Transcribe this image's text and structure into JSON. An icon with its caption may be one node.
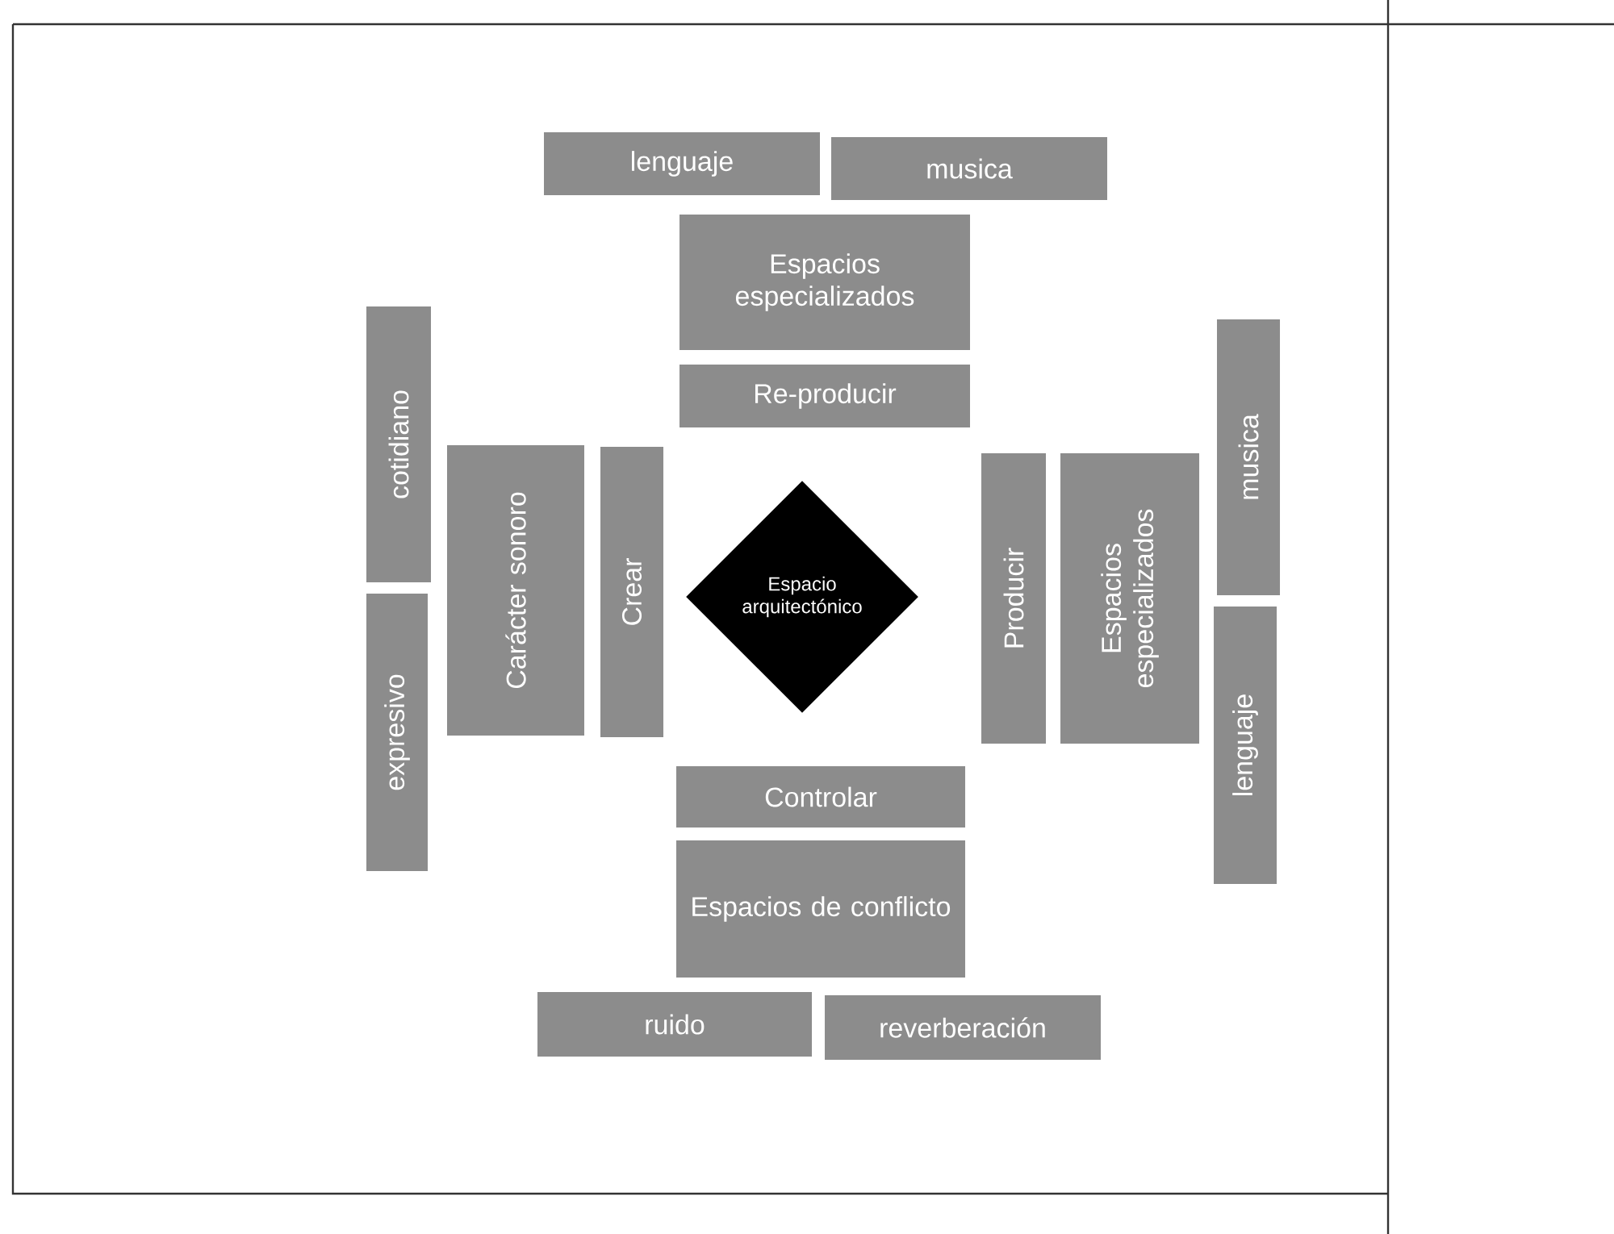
{
  "diagram": {
    "nodes": [
      {
        "text": [
          "lenguaje"
        ]
      },
      {
        "text": [
          "musica"
        ]
      },
      {
        "text": [
          "Espacios especializados"
        ]
      },
      {
        "text": [
          "Re-producir"
        ]
      },
      {
        "text": [
          "cotidiano"
        ]
      },
      {
        "text": [
          "expresivo"
        ]
      },
      {
        "text": [
          "Carácter sonoro"
        ]
      },
      {
        "text": [
          "Crear"
        ]
      },
      {
        "text": [
          "Espacio arquitectónico"
        ]
      },
      {
        "text": [
          "Producir"
        ]
      },
      {
        "text": [
          "Espacios especializados"
        ]
      },
      {
        "text": [
          "musica"
        ]
      },
      {
        "text": [
          "lenguaje"
        ]
      },
      {
        "text": [
          "Controlar"
        ]
      },
      {
        "text": [
          "Espacios de conflicto"
        ]
      },
      {
        "text": [
          "ruido"
        ]
      },
      {
        "text": [
          "reverberación"
        ]
      }
    ],
    "edges": []
  }
}
